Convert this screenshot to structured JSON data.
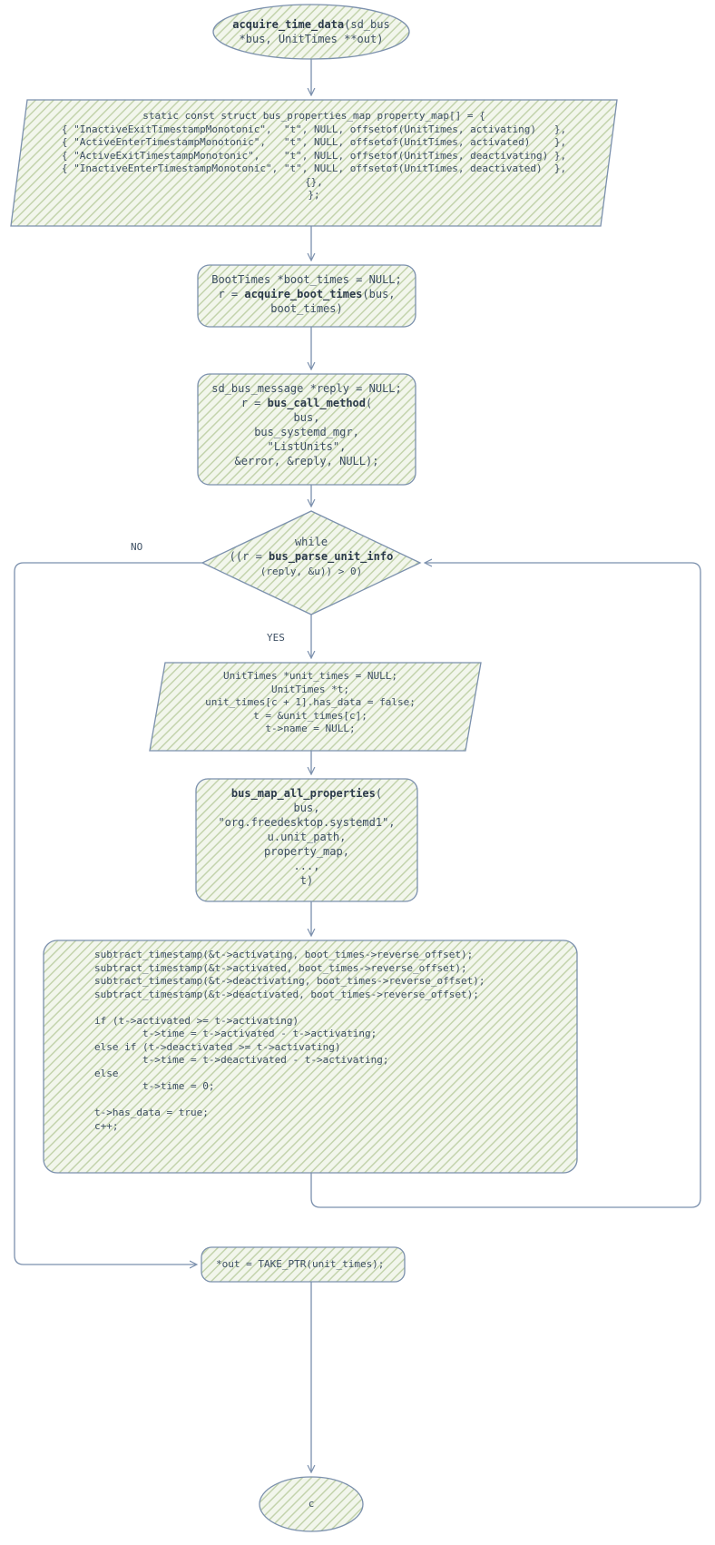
{
  "diagram": {
    "type": "flowchart",
    "title": "acquire_time_data control flow",
    "theme": {
      "node_fill": "#e8eee1",
      "node_hatch": "#b9c9a5",
      "node_stroke": "#7b90ad",
      "edge_stroke": "#7b90ad",
      "text": "#3d4f63",
      "background": "#ffffff"
    }
  },
  "nodes": {
    "start": {
      "shape": "ellipse",
      "lines": [
        {
          "bold": "acquire_time_data",
          "rest": "(sd_bus"
        },
        {
          "bold": "",
          "rest": "*bus, UnitTimes **out)"
        }
      ],
      "text": "acquire_time_data(sd_bus\n*bus, UnitTimes **out)"
    },
    "property_map": {
      "shape": "parallelogram",
      "text": "static const struct bus_properties_map property_map[] = {\n{ \"InactiveExitTimestampMonotonic\",  \"t\", NULL, offsetof(UnitTimes, activating)   },\n{ \"ActiveEnterTimestampMonotonic\",   \"t\", NULL, offsetof(UnitTimes, activated)    },\n{ \"ActiveExitTimestampMonotonic\",    \"t\", NULL, offsetof(UnitTimes, deactivating) },\n{ \"InactiveEnterTimestampMonotonic\", \"t\", NULL, offsetof(UnitTimes, deactivated)  },\n{},\n};"
    },
    "boot_times": {
      "shape": "rounded-rect",
      "line1": "BootTimes *boot_times = NULL;",
      "line2_pre": "r = ",
      "line2_bold": "acquire_boot_times",
      "line2_post": "(bus,",
      "line3": "boot_times)"
    },
    "bus_call": {
      "shape": "rounded-rect",
      "line1": "sd_bus_message *reply = NULL;",
      "line2_pre": "r = ",
      "line2_bold": "bus_call_method",
      "line2_post": "(",
      "rest": "bus,\nbus_systemd_mgr,\n\"ListUnits\",\n&error, &reply, NULL);"
    },
    "while_decision": {
      "shape": "diamond",
      "line1": "while",
      "line2_pre": "((r = ",
      "line2_bold": "bus_parse_unit_info",
      "line3": "(reply, &u)) > 0)"
    },
    "unit_times_init": {
      "shape": "parallelogram",
      "text": "UnitTimes *unit_times = NULL;\nUnitTimes *t;\nunit_times[c + 1].has_data = false;\nt = &unit_times[c];\nt->name = NULL;"
    },
    "map_all_properties": {
      "shape": "rounded-rect",
      "line1_bold": "bus_map_all_properties",
      "line1_post": "(",
      "rest": "bus,\n\"org.freedesktop.systemd1\",\nu.unit_path,\nproperty_map,\n...,\nt)"
    },
    "subtract_block": {
      "shape": "rounded-rect",
      "text": "subtract_timestamp(&t->activating, boot_times->reverse_offset);\nsubtract_timestamp(&t->activated, boot_times->reverse_offset);\nsubtract_timestamp(&t->deactivating, boot_times->reverse_offset);\nsubtract_timestamp(&t->deactivated, boot_times->reverse_offset);\n\nif (t->activated >= t->activating)\n        t->time = t->activated - t->activating;\nelse if (t->deactivated >= t->activating)\n        t->time = t->deactivated - t->activating;\nelse\n        t->time = 0;\n\nt->has_data = true;\nc++;"
    },
    "take_ptr": {
      "shape": "rounded-rect",
      "text": "*out = TAKE_PTR(unit_times);"
    },
    "end": {
      "shape": "ellipse",
      "text": "c"
    }
  },
  "edges": [
    {
      "from": "start",
      "to": "property_map",
      "label": ""
    },
    {
      "from": "property_map",
      "to": "boot_times",
      "label": ""
    },
    {
      "from": "boot_times",
      "to": "bus_call",
      "label": ""
    },
    {
      "from": "bus_call",
      "to": "while_decision",
      "label": ""
    },
    {
      "from": "while_decision",
      "to": "unit_times_init",
      "label": "YES"
    },
    {
      "from": "while_decision",
      "to": "take_ptr",
      "label": "NO"
    },
    {
      "from": "unit_times_init",
      "to": "map_all_properties",
      "label": ""
    },
    {
      "from": "map_all_properties",
      "to": "subtract_block",
      "label": ""
    },
    {
      "from": "subtract_block",
      "to": "while_decision",
      "label": ""
    },
    {
      "from": "take_ptr",
      "to": "end",
      "label": ""
    }
  ],
  "labels": {
    "no": "NO",
    "yes": "YES"
  }
}
